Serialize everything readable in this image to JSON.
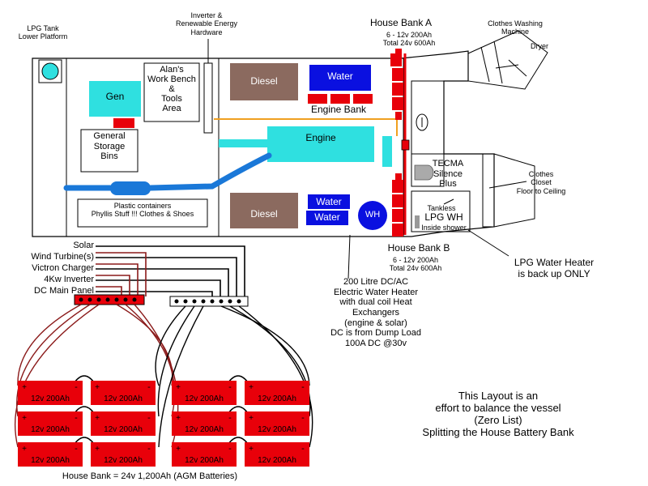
{
  "labels": {
    "lpg_tank": "LPG Tank\nLower Platform",
    "inverter_hw": "Inverter &\nRenewable Energy\nHardware",
    "house_bank_a_title": "House Bank A",
    "house_bank_a_spec": "6 - 12v 200Ah\nTotal 24v 600Ah",
    "clothes_washing": "Clothes Washing\nMachine",
    "dryer": "Dryer",
    "gen": "Gen",
    "workbench": "Alan's\nWork Bench\n&\nTools\nArea",
    "diesel_top": "Diesel",
    "water_top": "Water",
    "engine_bank": "Engine Bank",
    "engine": "Engine",
    "general_storage": "General\nStorage\nBins",
    "tecma": "TECMA\nSilence\nPlus",
    "clothes_closet": "Clothes\nCloset\nFloor to Ceiling",
    "plastic_containers": "Plastic containers\nPhyllis Stuff !!! Clothes & Shoes",
    "diesel_bottom": "Diesel",
    "water_bottom_1": "Water",
    "water_bottom_2": "Water",
    "wh": "WH",
    "tankless": "Tankless",
    "lpg_wh": "LPG WH",
    "inside_shower": "Inside shower",
    "house_bank_b_title": "House Bank B",
    "house_bank_b_spec": "6 - 12v 200Ah\nTotal 24v 600Ah",
    "lpg_backup": "LPG Water Heater\nis back up ONLY",
    "water_heater_note": "200 Litre DC/AC\nElectric Water Heater\nwith dual coil Heat\nExchangers\n(engine & solar)\nDC is from Dump Load\n100A DC @30v",
    "layout_note": "This Layout is an\neffort to balance the vessel\n(Zero List)\nSplitting the House Battery Bank",
    "house_bank_total": "House Bank = 24v 1,200Ah (AGM Batteries)"
  },
  "sources": [
    "Solar",
    "Wind Turbine(s)",
    "Victron Charger",
    "4Kw Inverter",
    "DC Main Panel"
  ],
  "battery": {
    "label": "12v 200Ah",
    "plus": "+",
    "minus": "-"
  },
  "colors": {
    "battery_red": "#e8000a",
    "water_blue": "#0a10e0",
    "engine_cyan": "#2fe0e0",
    "diesel_brown": "#8b6a5f",
    "pipe_blue": "#1a78d8",
    "fuel_line_orange": "#f0a020",
    "cable_red": "#8b1a1a"
  }
}
